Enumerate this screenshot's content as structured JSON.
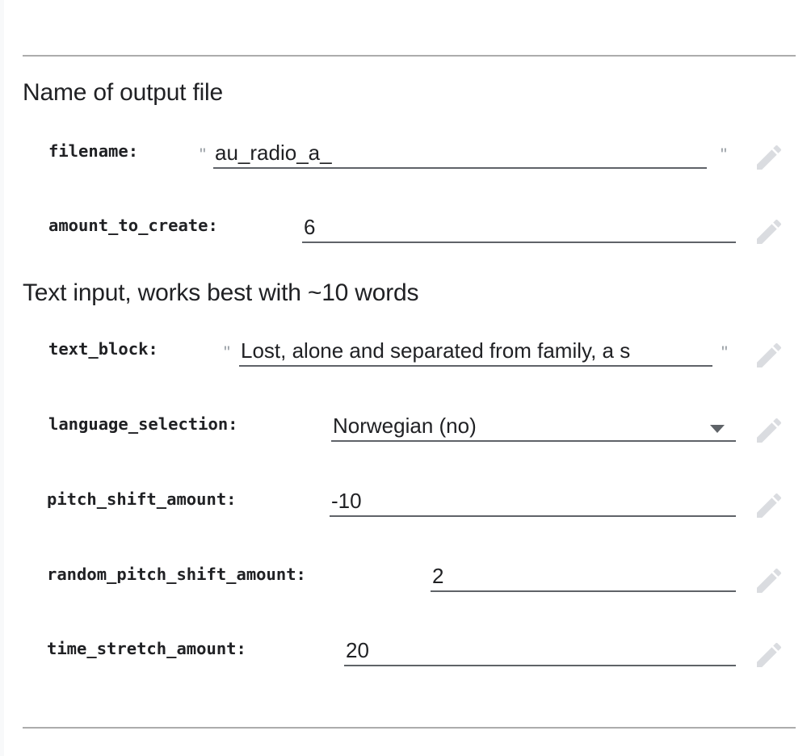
{
  "form": {
    "title": "Colab parameter form",
    "edit_icon_name": "pencil-edit-icon",
    "edit_icon_color": "#dadce0",
    "underline_color": "#5f6368",
    "quote_color": "#9aa0a6",
    "heading_color": "#202124",
    "rule_color": "#acacac",
    "quote_char": "\"",
    "sections": [
      {
        "heading": "Name of output file",
        "fields": [
          {
            "label": "filename:",
            "value": "au_radio_a_",
            "type": "text",
            "quoted": true
          },
          {
            "label": "amount_to_create:",
            "value": "6",
            "type": "number",
            "quoted": false
          }
        ]
      },
      {
        "heading": "Text input, works best with ~10 words",
        "fields": [
          {
            "label": "text_block:",
            "value": "Lost, alone and separated from family, a s",
            "type": "text",
            "quoted": true
          },
          {
            "label": "language_selection:",
            "value": "Norwegian (no)",
            "type": "dropdown",
            "quoted": false
          },
          {
            "label": "pitch_shift_amount:",
            "value": "-10",
            "type": "number",
            "quoted": false
          },
          {
            "label": "random_pitch_shift_amount:",
            "value": "2",
            "type": "number",
            "quoted": false
          },
          {
            "label": "time_stretch_amount:",
            "value": "20",
            "type": "number",
            "quoted": false
          }
        ]
      }
    ]
  }
}
